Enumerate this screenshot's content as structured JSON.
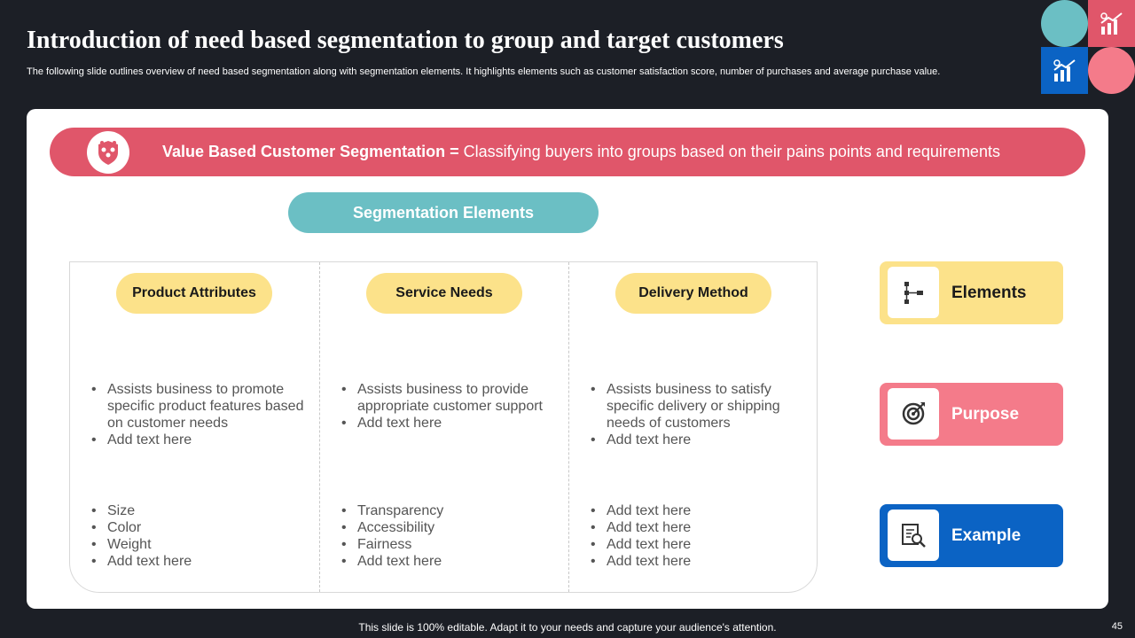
{
  "header": {
    "title": "Introduction of need based segmentation to group and target customers",
    "subtitle": "The following slide outlines overview of need based segmentation along with segmentation elements. It highlights elements such as customer satisfaction score, number of purchases and average purchase value."
  },
  "banner": {
    "bold": "Value Based Customer Segmentation =",
    "text": " Classifying buyers into groups based on their pains points and requirements",
    "icon": "shield-group-icon"
  },
  "segmentation_title": "Segmentation Elements",
  "columns": [
    {
      "title": "Product Attributes",
      "top": [
        "Assists business to promote specific product features based on customer needs",
        "Add text here"
      ],
      "bottom": [
        "Size",
        "Color",
        "Weight",
        "Add text here"
      ]
    },
    {
      "title": "Service Needs",
      "top": [
        "Assists business to provide appropriate customer support",
        "Add text here"
      ],
      "bottom": [
        "Transparency",
        "Accessibility",
        "Fairness",
        "Add text here"
      ]
    },
    {
      "title": "Delivery Method",
      "top": [
        "Assists business to satisfy specific delivery or shipping needs of customers",
        "Add text here"
      ],
      "bottom": [
        "Add text here",
        "Add text here",
        "Add text here",
        "Add text here"
      ]
    }
  ],
  "side": {
    "elements": {
      "label": "Elements",
      "icon": "hierarchy-icon"
    },
    "purpose": {
      "label": "Purpose",
      "icon": "target-icon"
    },
    "example": {
      "label": "Example",
      "icon": "document-search-icon"
    }
  },
  "footer": {
    "text": "This slide is 100% editable. Adapt it to your needs and capture your audience's attention.",
    "page": "45"
  },
  "colors": {
    "background": "#1c1f26",
    "red": "#e0566a",
    "teal": "#6bbfc4",
    "yellow": "#fce28a",
    "pink": "#f47b8a",
    "blue": "#0b63c4"
  }
}
